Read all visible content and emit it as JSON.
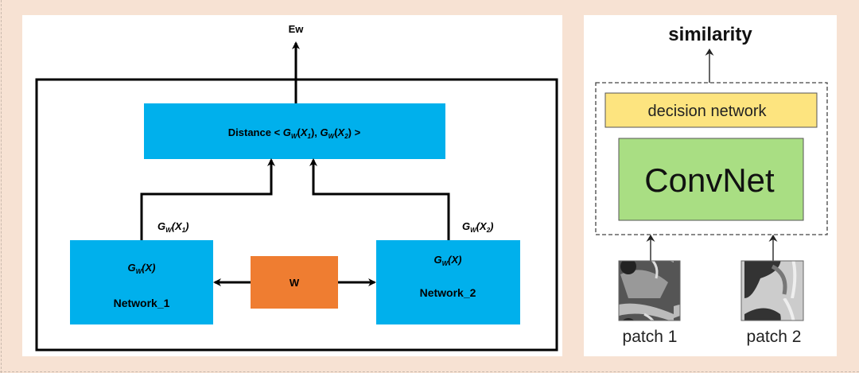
{
  "left_diagram": {
    "output_label": "Ew",
    "distance_box": {
      "prefix": "Distance < ",
      "g": "G",
      "w": "W",
      "x": "X",
      "sub1": "1",
      "sub2": "2",
      "comma": ", ",
      "suffix": " >"
    },
    "branch1_label": {
      "g": "G",
      "w": "W",
      "x": "X",
      "sub": "1"
    },
    "branch2_label": {
      "g": "G",
      "w": "W",
      "x": "X",
      "sub": "2"
    },
    "network1": {
      "func_g": "G",
      "func_w": "W",
      "func_x": "X",
      "name": "Network_1"
    },
    "network2": {
      "func_g": "G",
      "func_w": "W",
      "func_x": "X",
      "name": "Network_2"
    },
    "shared_weights": "W",
    "colors": {
      "network": "#00b0ec",
      "weights": "#ef7d31"
    }
  },
  "right_diagram": {
    "title": "similarity",
    "decision_network": "decision network",
    "convnet": "ConvNet",
    "patch1": "patch 1",
    "patch2": "patch 2",
    "colors": {
      "decision": "#fde47f",
      "convnet": "#a9de83"
    }
  }
}
